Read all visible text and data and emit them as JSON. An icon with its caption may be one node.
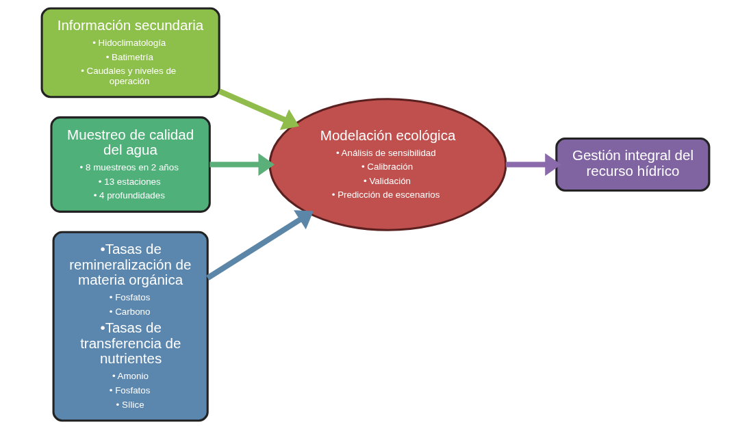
{
  "diagram": {
    "nodes": [
      {
        "text": [
          "Información secundaria",
          "• Hidoclimatología",
          "• Batimetría",
          "• Caudales y niveles de operación"
        ]
      },
      {
        "text": [
          "Muestreo de calidad del agua",
          "• 8 muestreos en 2 años",
          "• 13 estaciones",
          "• 4 profundidades"
        ]
      },
      {
        "text": [
          "•Tasas de remineralización de materia orgánica",
          "• Fosfatos",
          "• Carbono",
          "•Tasas de transferencia de nutrientes",
          "• Amonio",
          "• Fosfatos",
          "• Sílice"
        ]
      },
      {
        "text": [
          "Modelación ecológica",
          "• Análisis de sensibilidad",
          "• Calibración",
          "• Validación",
          "• Predicción de escenarios"
        ]
      },
      {
        "text": [
          "Gestión integral del recurso hídrico"
        ]
      }
    ],
    "edges": [
      {
        "from": 0,
        "to": 3,
        "arrow": "to",
        "color": "#8fbc4a"
      },
      {
        "from": 1,
        "to": 3,
        "arrow": "to",
        "color": "#5bb07a"
      },
      {
        "from": 2,
        "to": 3,
        "arrow": "to",
        "color": "#5b86a8"
      },
      {
        "from": 3,
        "to": 4,
        "arrow": "to",
        "color": "#8a6aaa"
      }
    ]
  }
}
